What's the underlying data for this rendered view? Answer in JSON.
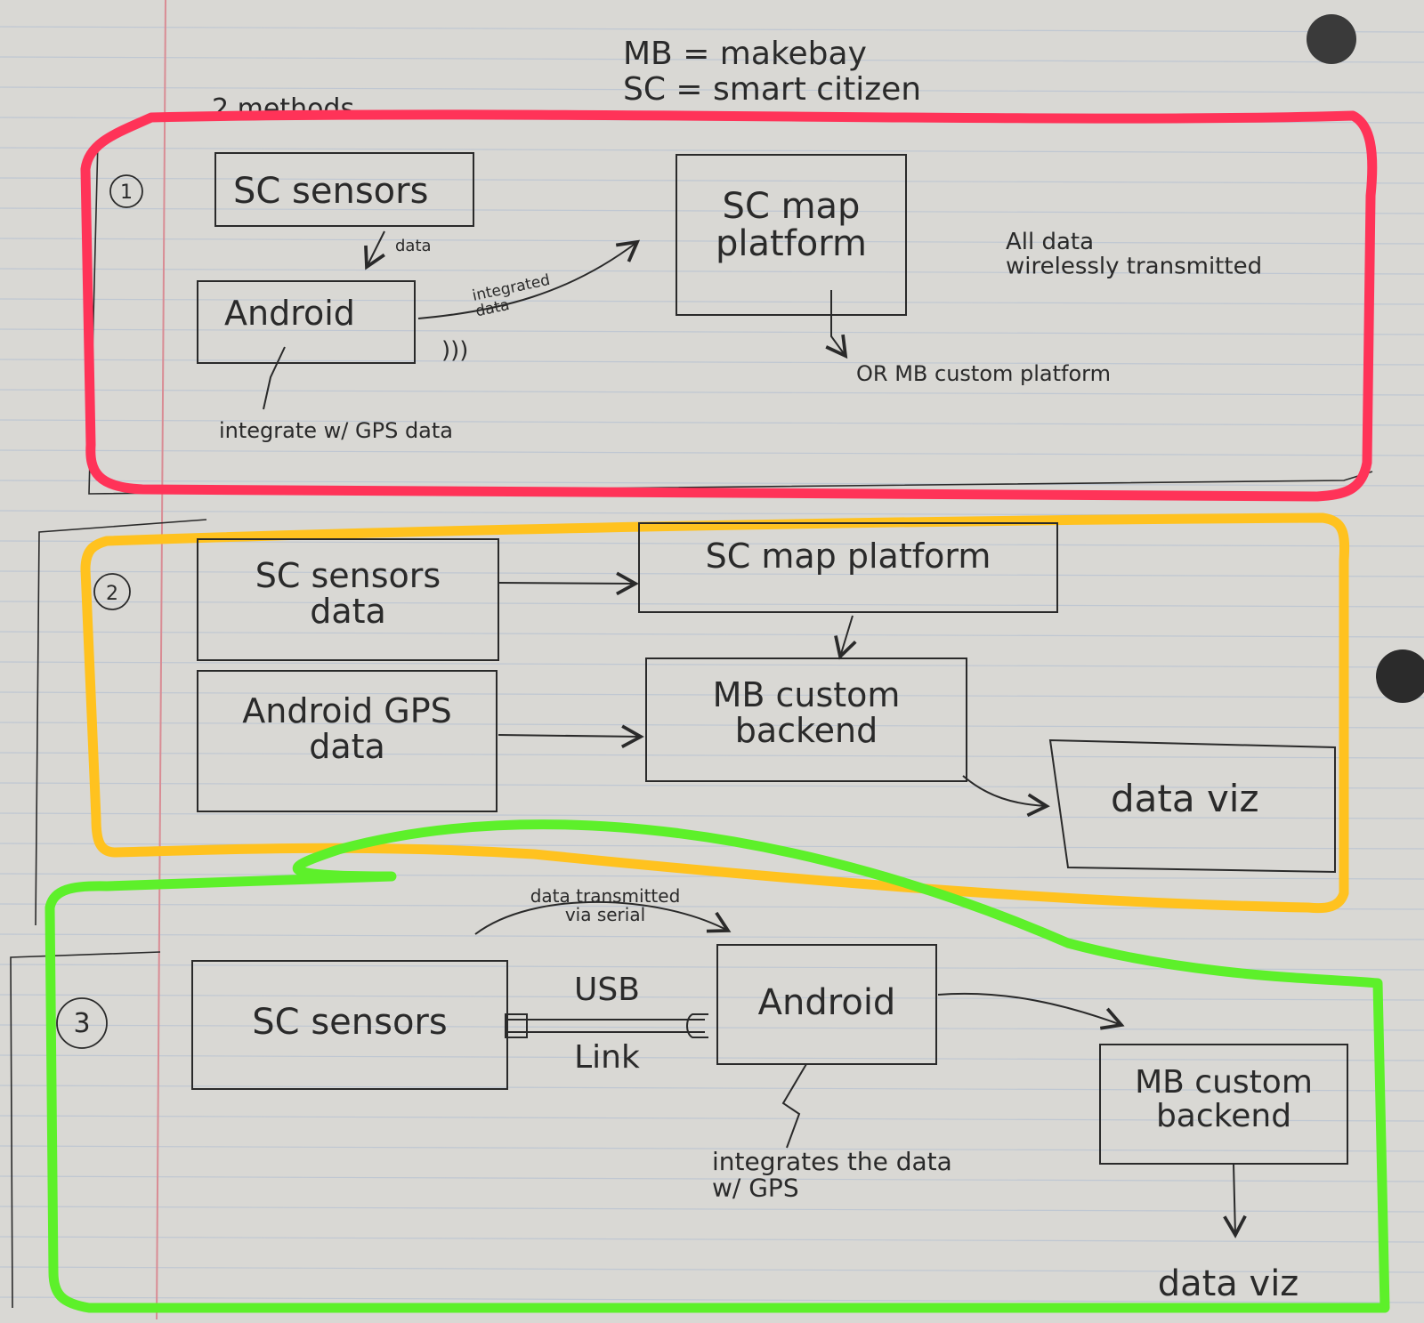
{
  "legend": {
    "mb": "MB = makebay",
    "sc": "SC = smart citizen"
  },
  "heading": "2 methods",
  "method1": {
    "number": "1",
    "sc_sensors": "SC sensors",
    "data_label": "data",
    "android": "Android",
    "integrated_data": "integrated data",
    "wireless_symbol": ")))",
    "sc_map_platform": "SC map platform",
    "all_data_note": "All data wirelessly transmitted",
    "or_mb_custom": "OR MB custom platform",
    "integrate_gps": "integrate w/ GPS data",
    "strikethrough": "map"
  },
  "method2": {
    "number": "2",
    "sc_sensors_data": "SC sensors data",
    "sc_map_platform": "SC map platform",
    "android_gps_data": "Android GPS data",
    "mb_custom_backend": "MB custom backend",
    "data_viz": "data viz"
  },
  "method3": {
    "number": "3",
    "data_transmitted": "data transmitted via serial",
    "sc_sensors": "SC sensors",
    "usb": "USB",
    "link": "Link",
    "android": "Android",
    "integrates_note": "integrates the data w/ GPS",
    "mb_custom_backend": "MB custom backend",
    "data_viz": "data viz"
  },
  "colors": {
    "paper": "#d9d8d4",
    "ink": "#2a2a2a",
    "red_box": "#ff3358",
    "yellow_box": "#ffc21f",
    "green_box": "#5df02a",
    "margin_line": "#d98c94",
    "ruled_line": "#b9c3d2"
  }
}
